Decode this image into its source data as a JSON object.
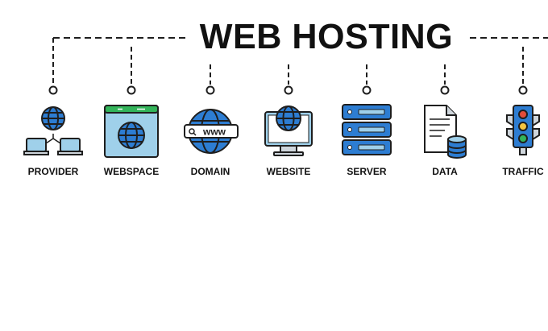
{
  "title": "WEB HOSTING",
  "colors": {
    "outline": "#1e1e1e",
    "blue": "#2d7dd2",
    "light_blue": "#9fd0ea",
    "green": "#33b45a",
    "red": "#e24d3a",
    "yellow": "#f4c542",
    "gray": "#cfd6dc"
  },
  "items": [
    {
      "label": "PROVIDER",
      "icon": "provider-icon"
    },
    {
      "label": "WEBSPACE",
      "icon": "webspace-icon"
    },
    {
      "label": "DOMAIN",
      "icon": "domain-icon",
      "text": "www"
    },
    {
      "label": "WEBSITE",
      "icon": "website-icon"
    },
    {
      "label": "SERVER",
      "icon": "server-icon"
    },
    {
      "label": "DATA",
      "icon": "data-icon"
    },
    {
      "label": "TRAFFIC",
      "icon": "traffic-light-icon"
    }
  ]
}
